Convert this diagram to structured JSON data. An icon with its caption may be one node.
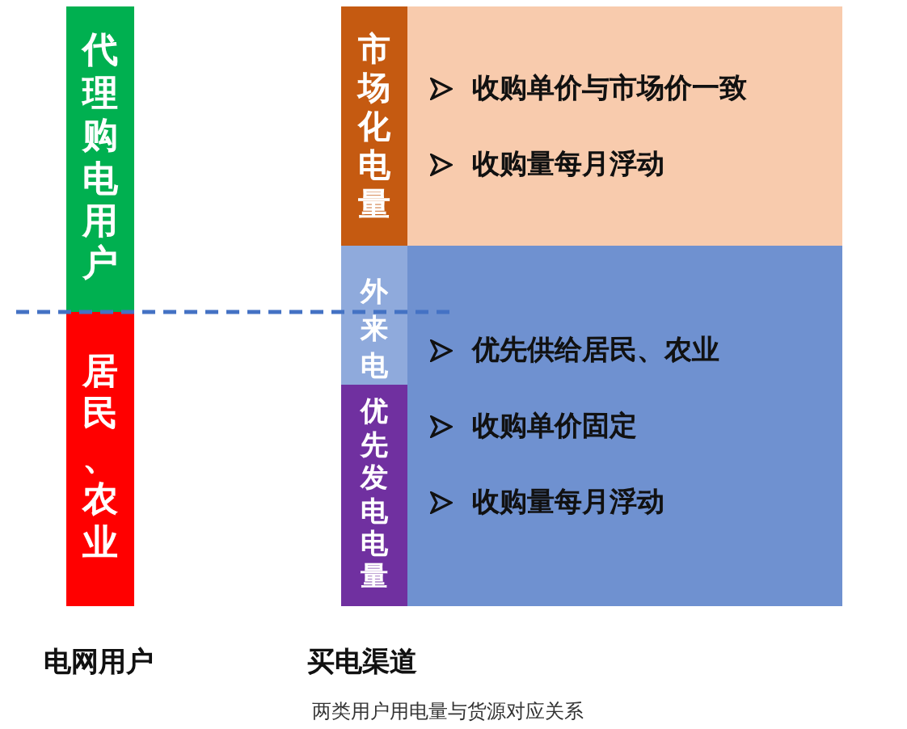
{
  "diagram": {
    "caption": "两类用户用电量与货源对应关系",
    "nodes": [
      {
        "text": [
          "代理购电用户"
        ]
      },
      {
        "text": [
          "居民、农业"
        ]
      },
      {
        "text": [
          "市场化电量"
        ]
      },
      {
        "text": [
          "收购单价与市场价一致",
          "收购量每月浮动"
        ]
      },
      {
        "text": [
          "外来电"
        ]
      },
      {
        "text": [
          "优先发电电量"
        ]
      },
      {
        "text": [
          "优先供给居民、农业",
          "收购单价固定",
          "收购量每月浮动"
        ]
      }
    ],
    "edges": [],
    "labels": [
      "电网用户",
      "买电渠道"
    ]
  }
}
